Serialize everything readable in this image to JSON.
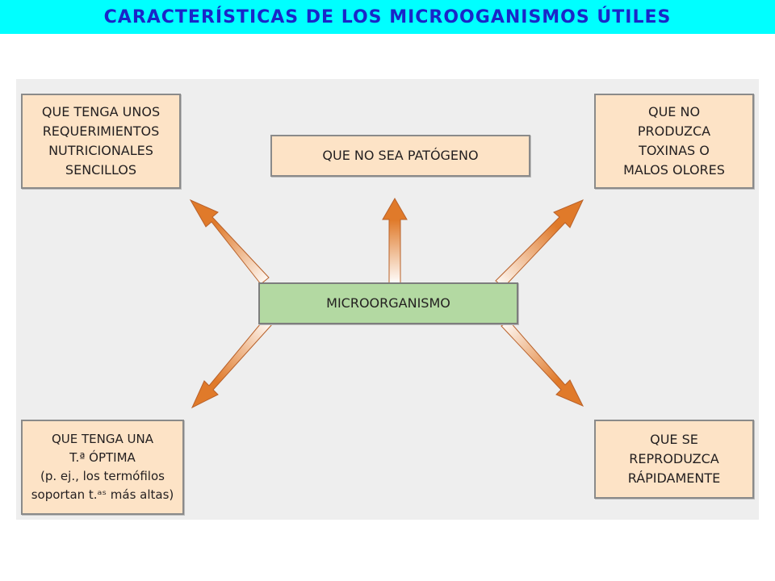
{
  "title": "CARACTERÍSTICAS DE LOS MICROOGANISMOS ÚTILES",
  "center": "MICROORGANISMO",
  "boxes": {
    "top_left": "QUE TENGA UNOS\nREQUERIMIENTOS\nNUTRICIONALES\nSENCILLOS",
    "top_center": "QUE NO SEA PATÓGENO",
    "top_right": "QUE NO\nPRODUZCA\nTOXINAS O\nMALOS OLORES",
    "bottom_left": "QUE TENGA UNA\nT.ª ÓPTIMA\n(p. ej., los termófilos\nsoportan t.ᵃˢ más altas)",
    "bottom_right": "QUE SE\nREPRODUZCA\nRÁPIDAMENTE"
  },
  "colors": {
    "title_bar": "#00ffff",
    "title_text": "#1a26c8",
    "box_fill": "#fde3c6",
    "center_fill": "#b3d9a2",
    "arrow": "#e07a2a"
  }
}
